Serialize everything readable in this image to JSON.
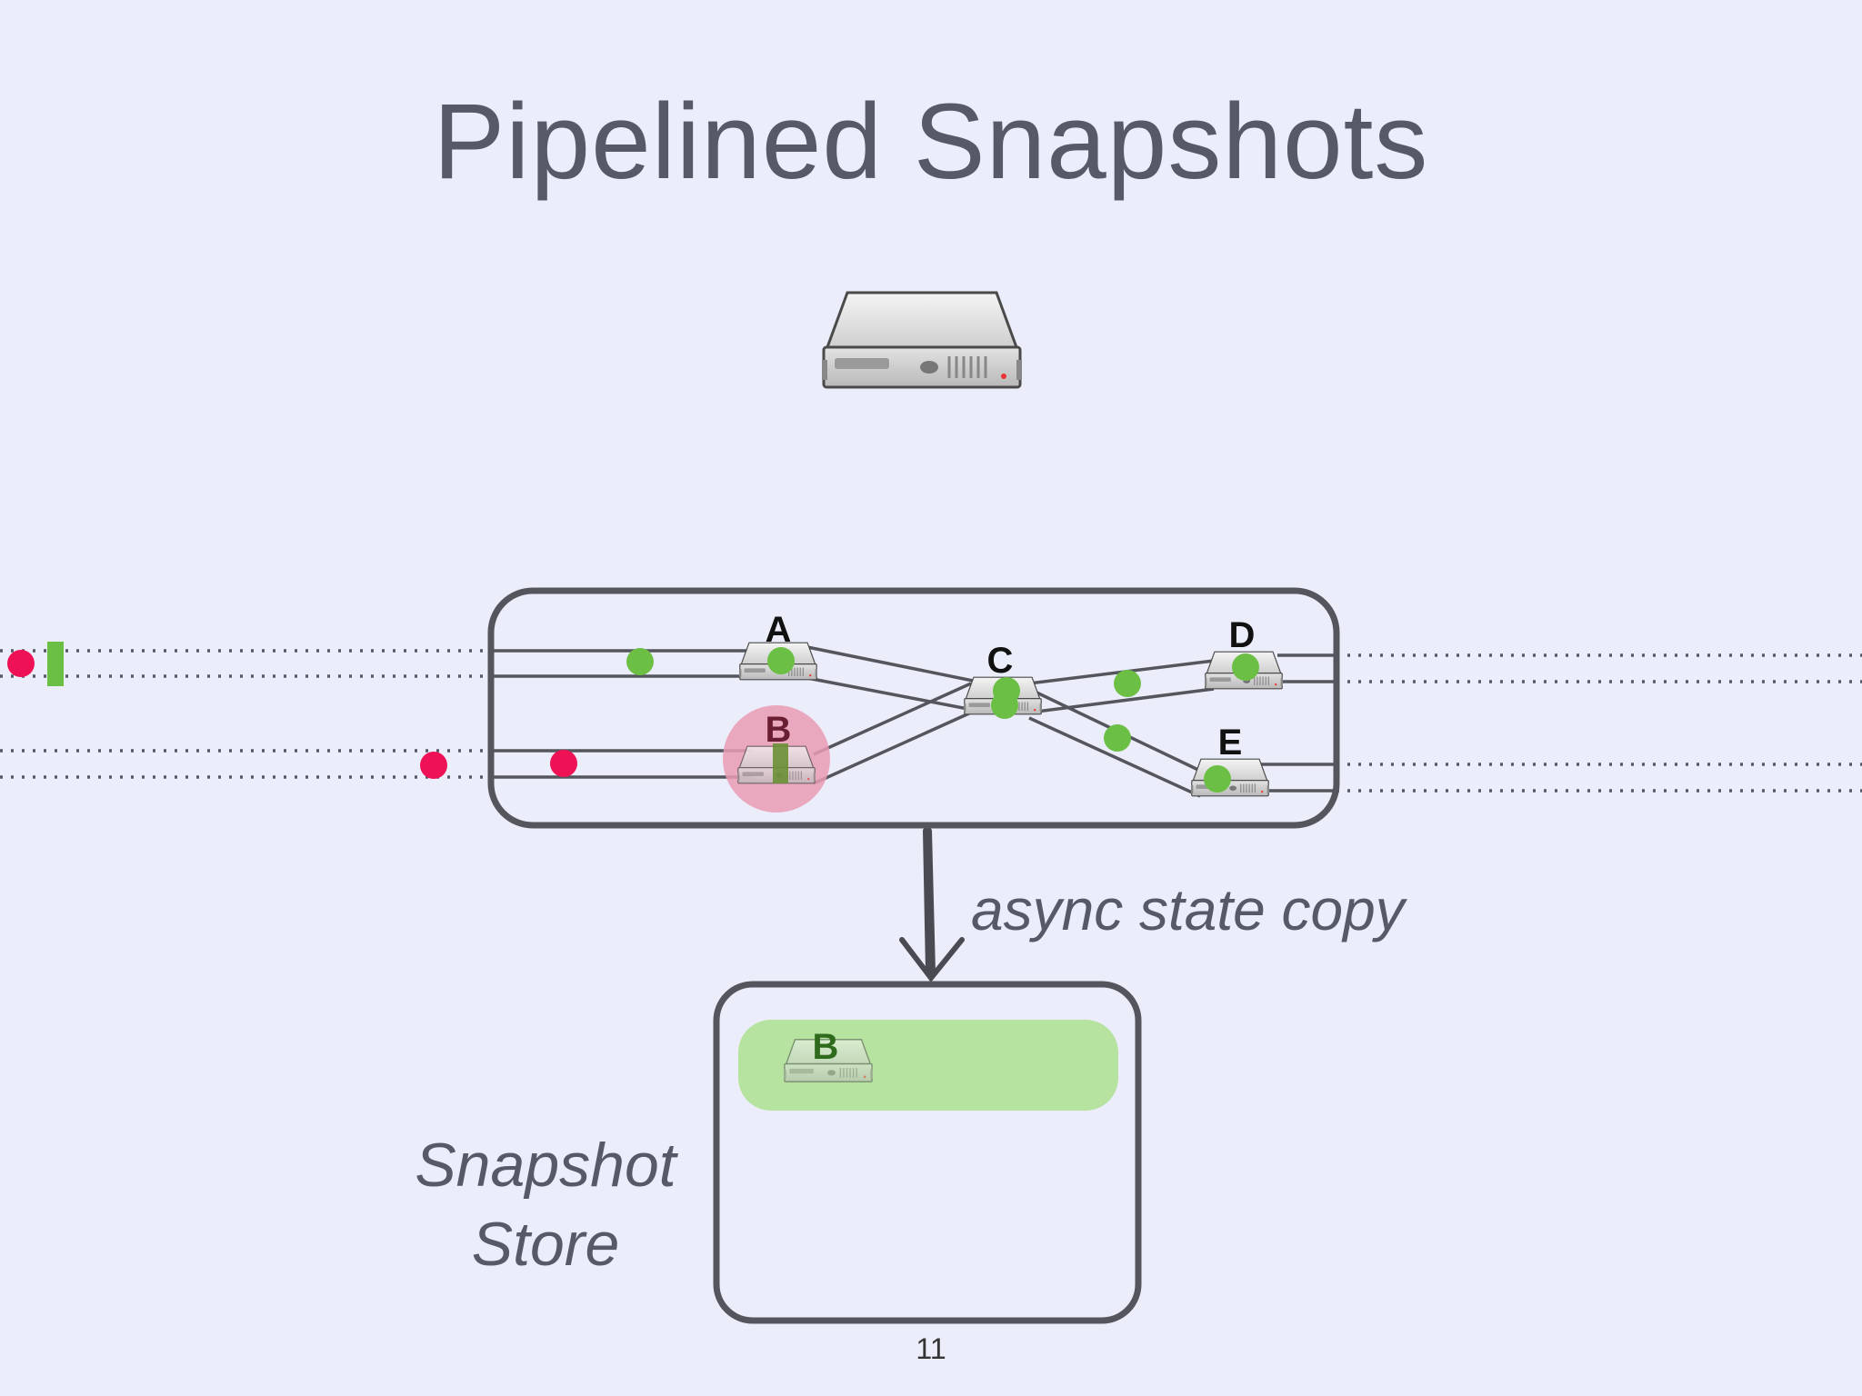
{
  "slide": {
    "title": "Pipelined Snapshots",
    "page_number": "11"
  },
  "annotations": {
    "async_copy": "async state copy",
    "store_line1": "Snapshot",
    "store_line2": "Store"
  },
  "nodes": {
    "a": "A",
    "b": "B",
    "c": "C",
    "d": "D",
    "e": "E",
    "stored": "B"
  },
  "colors": {
    "background": "#ecedfa",
    "record_green": "#6cbf45",
    "barrier_red": "#ee1155",
    "snapshot_highlight": "#b6e3a0",
    "failed_highlight": "#ea9bb4",
    "outline": "#55565d"
  },
  "icons": {
    "coordinator": "server-icon",
    "task": "server-icon"
  }
}
